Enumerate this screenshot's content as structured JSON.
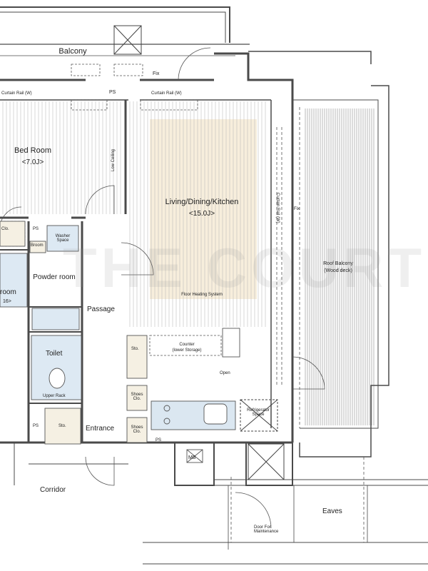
{
  "plan": {
    "balcony": "Balcony",
    "curtain_rail_left": "Curtain Rail (W)",
    "curtain_rail_right": "Curtain Rail (W)",
    "ps_top": "PS",
    "fix_top": "Fix",
    "bedroom": "Bed Room",
    "bedroom_area": "<7.0J>",
    "low_ceiling": "Low Ceiling",
    "ldk": "Living/Dining/Kitchen",
    "ldk_area": "<15.0J>",
    "floor_heating": "Floor Heating System",
    "curtain_rail_vertical": "Curtain Rail (W)",
    "fix_right": "Fix",
    "roof_balcony": "Roof Balcony",
    "wood_deck": "(Wood deck)",
    "clo": "Clo.",
    "ps_laundry": "PS",
    "broom": "Broom",
    "washer_space": "Washer Space",
    "powder_room": "Powder room",
    "bathroom_fragment": "room",
    "bathroom_area_fragment": "16>",
    "passage": "Passage",
    "toilet": "Toilet",
    "upper_rack": "Upper Rack",
    "sto_passage": "Sto.",
    "counter": "Counter",
    "lower_storage": "(lower Storage)",
    "open": "Open",
    "shoes_clo_1": "Shoes Clo.",
    "shoes_clo_2": "Shoes Clo.",
    "refrigerator_space": "Refrigerator Space",
    "ps_entrance_left": "PS",
    "sto_entrance": "Sto.",
    "entrance": "Entrance",
    "ps_entrance_right": "PS",
    "mb": "MB",
    "corridor": "Corridor",
    "eaves": "Eaves",
    "door_for_maintenance": "Door For Maintenance",
    "watermark": "THE COURT"
  },
  "colors": {
    "wall": "#4a4a4a",
    "ldk_floor": "#f7eedc",
    "bath_fill": "#dde9f3",
    "kitchen_fill": "#dbe7f1",
    "deck_line": "#9a9a9a"
  }
}
